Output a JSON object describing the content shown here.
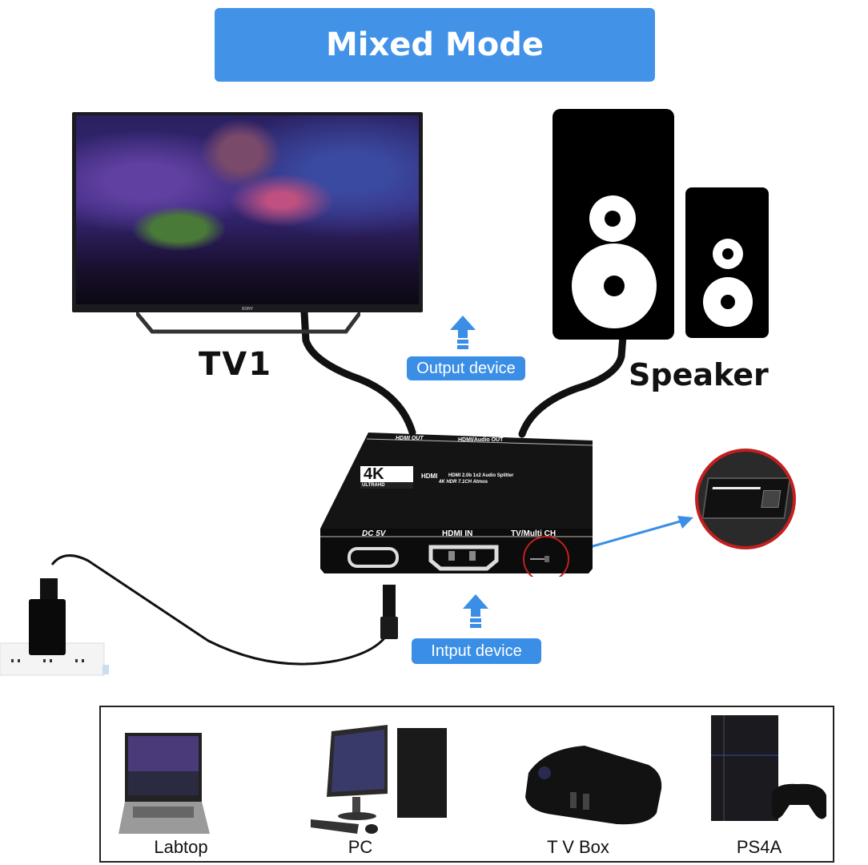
{
  "header": {
    "title": "Mixed Mode"
  },
  "tv": {
    "label": "TV1",
    "brand": "SONY"
  },
  "speaker": {
    "label": "Speaker"
  },
  "output_pill": {
    "label": "Output device"
  },
  "input_pill": {
    "label": "Intput device"
  },
  "splitter": {
    "top_labels": [
      "HDMI OUT",
      "HDMI/Audio OUT"
    ],
    "badge_main": "4K",
    "badge_sub": "ULTRAHD",
    "product_line1": "HDMI 2.0b 1x2 Audio Splitter",
    "product_line2": "4K HDR 7.1CH Atmos",
    "hdmi_logo": "HDMI",
    "front_labels": [
      "DC 5V",
      "HDMI IN",
      "TV/Multi CH"
    ]
  },
  "colors": {
    "accent_blue": "#4293e8",
    "pill_blue": "#3a8ee6",
    "highlight_red": "#c21f1f",
    "device_black": "#141414"
  },
  "input_devices": [
    {
      "label": "Labtop",
      "icon": "laptop-icon"
    },
    {
      "label": "PC",
      "icon": "desktop-pc-icon"
    },
    {
      "label": "T V Box",
      "icon": "tv-box-icon"
    },
    {
      "label": "PS4A",
      "icon": "game-console-icon"
    }
  ]
}
